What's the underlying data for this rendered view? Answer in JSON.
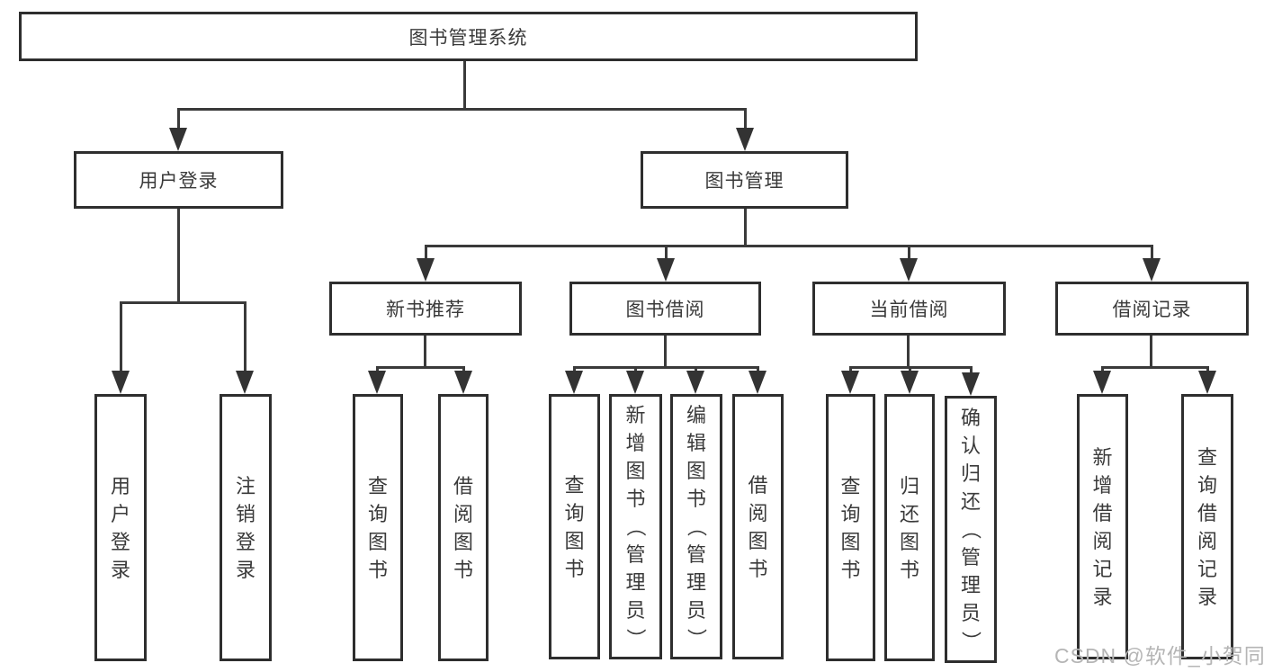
{
  "diagram": {
    "root": {
      "label": "图书管理系统"
    },
    "user_login": {
      "label": "用户登录",
      "children": [
        {
          "label": "用户登录"
        },
        {
          "label": "注销登录"
        }
      ]
    },
    "book_management": {
      "label": "图书管理",
      "sections": [
        {
          "label": "新书推荐",
          "children": [
            {
              "label": "查询图书"
            },
            {
              "label": "借阅图书"
            }
          ]
        },
        {
          "label": "图书借阅",
          "children": [
            {
              "label": "查询图书"
            },
            {
              "label": "新增图书（管理员）"
            },
            {
              "label": "编辑图书（管理员）"
            },
            {
              "label": "借阅图书"
            }
          ]
        },
        {
          "label": "当前借阅",
          "children": [
            {
              "label": "查询图书"
            },
            {
              "label": "归还图书"
            },
            {
              "label": "确认归还（管理员）"
            }
          ]
        },
        {
          "label": "借阅记录",
          "children": [
            {
              "label": "新增借阅记录"
            },
            {
              "label": "查询借阅记录"
            }
          ]
        }
      ]
    }
  },
  "watermark": {
    "text": "CSDN @软件_小贺同学"
  },
  "colors": {
    "background": "#ffffff",
    "box_border": "#2e2e2e",
    "line": "#3a3a3a",
    "text": "#3a3a3a",
    "watermark": "#b5b5b5"
  }
}
